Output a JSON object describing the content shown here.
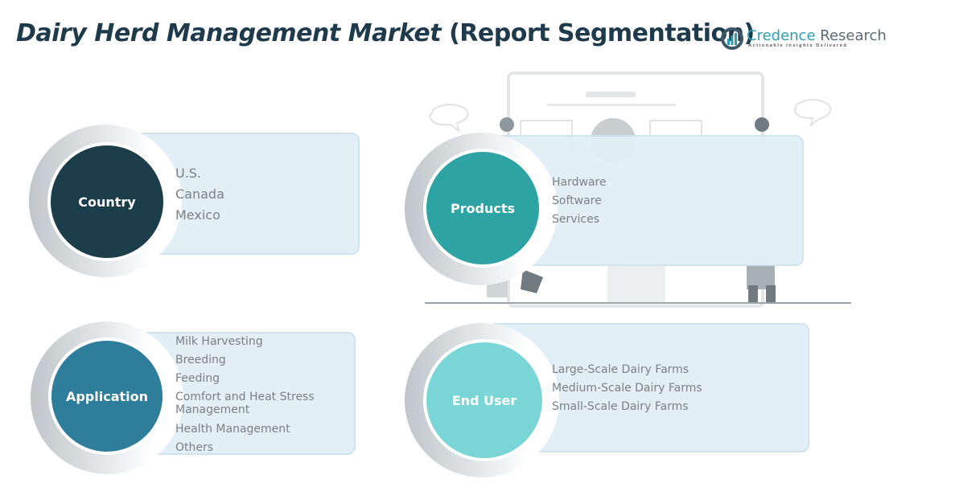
{
  "title": {
    "italic": "Dairy Herd Management Market",
    "rest": "(Report Segmentation)"
  },
  "logo": {
    "name_a": "Credence",
    "name_b": "Research",
    "tagline": "Actionable Insights Delivered"
  },
  "segments": {
    "country": {
      "label": "Country",
      "color": "#1c3d4a",
      "items": [
        "U.S.",
        "Canada",
        "Mexico"
      ]
    },
    "products": {
      "label": "Products",
      "color": "#2ea3a3",
      "items": [
        "Hardware",
        "Software",
        "Services"
      ]
    },
    "application": {
      "label": "Application",
      "color": "#2e7d9a",
      "items": [
        "Milk Harvesting",
        "Breeding",
        "Feeding",
        "Comfort and Heat Stress",
        "Management",
        "Health Management",
        "Others"
      ]
    },
    "end_user": {
      "label": "End User",
      "color": "#7ad6d6",
      "items": [
        "Large-Scale Dairy Farms",
        "Medium-Scale Dairy Farms",
        "Small-Scale Dairy Farms"
      ]
    }
  }
}
